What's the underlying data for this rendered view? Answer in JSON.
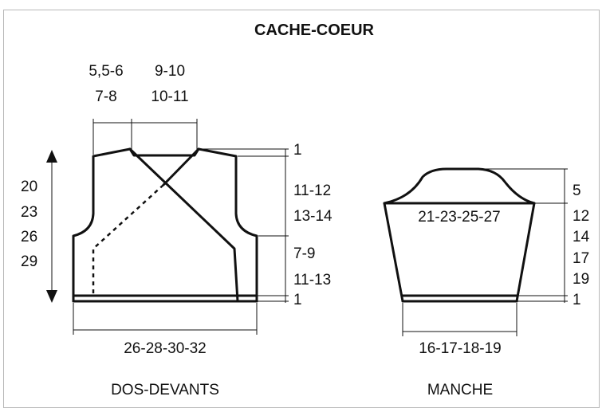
{
  "title": "CACHE-COEUR",
  "body": {
    "name": "DOS-DEVANTS",
    "shoulder_width": [
      "5,5-6",
      "7-8"
    ],
    "neck_width": [
      "9-10",
      "10-11"
    ],
    "width": "26-28-30-32",
    "height": [
      "20",
      "23",
      "26",
      "29"
    ],
    "shoulder_slope": "1",
    "armhole_depth": [
      "11-12",
      "13-14"
    ],
    "side_length": [
      "7-9",
      "11-13"
    ],
    "ribbing": "1"
  },
  "sleeve": {
    "name": "MANCHE",
    "top_width": "21-23-25-27",
    "cap_height": "5",
    "length": [
      "12",
      "14",
      "17",
      "19"
    ],
    "ribbing": "1",
    "cuff_width": "16-17-18-19"
  }
}
